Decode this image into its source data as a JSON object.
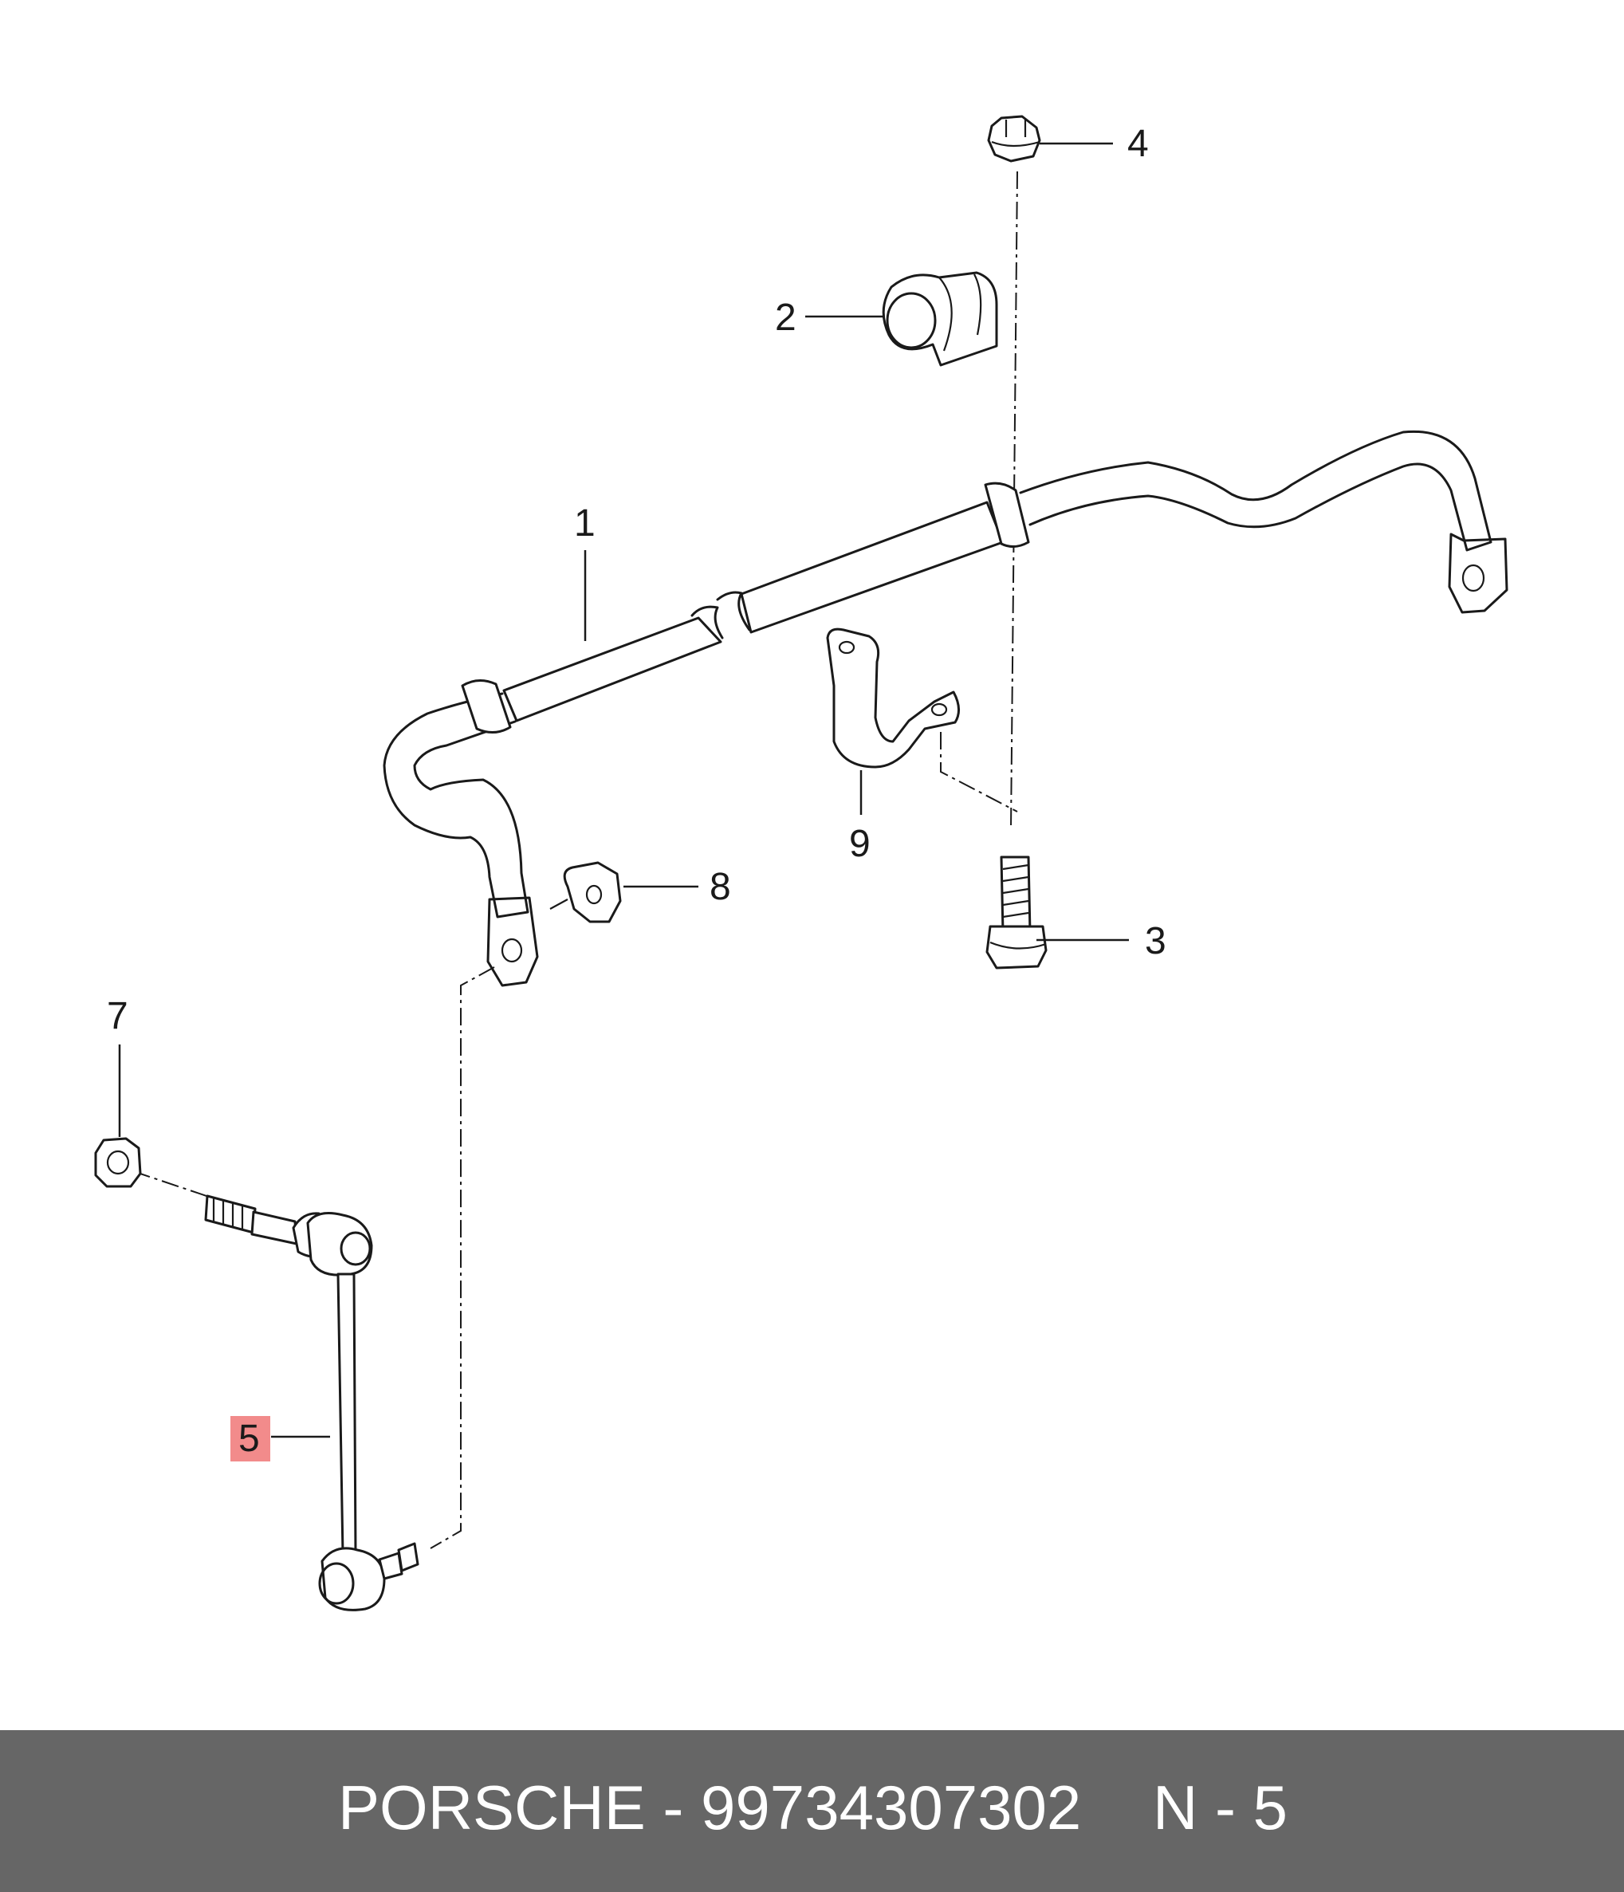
{
  "callouts": {
    "p1": "1",
    "p2": "2",
    "p3": "3",
    "p4": "4",
    "p5": "5",
    "p7": "7",
    "p8": "8",
    "p9": "9"
  },
  "highlighted_part": "5",
  "highlight_color": "#f28b8b",
  "footer": {
    "part_text": "PORSCHE - 99734307302",
    "ref_text": "N - 5",
    "background": "#666666"
  }
}
